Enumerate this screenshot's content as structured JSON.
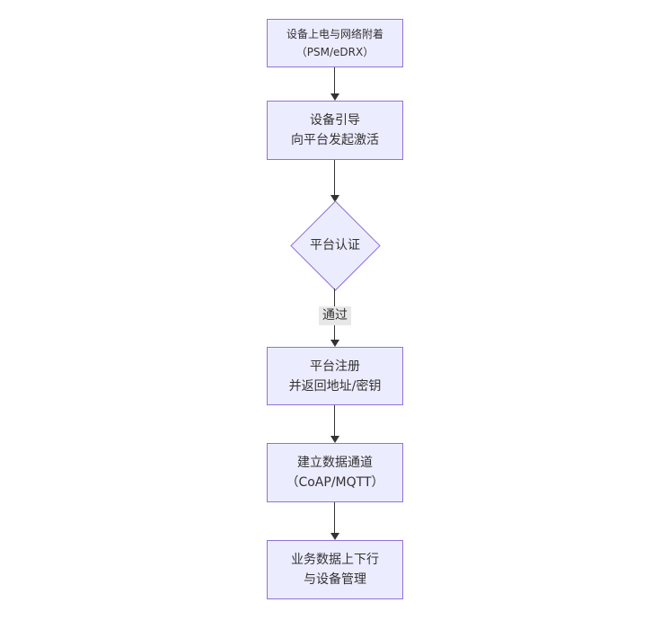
{
  "flowchart": {
    "type": "flowchart",
    "direction": "top-down",
    "nodes": [
      {
        "id": "power-attach",
        "type": "process",
        "lines": [
          "设备上电与网络附着",
          "（PSM/eDRX）"
        ]
      },
      {
        "id": "bootstrap",
        "type": "process",
        "lines": [
          "设备引导",
          "向平台发起激活"
        ]
      },
      {
        "id": "platform-auth",
        "type": "decision",
        "lines": [
          "平台认证"
        ]
      },
      {
        "id": "register",
        "type": "process",
        "lines": [
          "平台注册",
          "并返回地址/密钥"
        ]
      },
      {
        "id": "data-channel",
        "type": "process",
        "lines": [
          "建立数据通道",
          "（CoAP/MQTT）"
        ]
      },
      {
        "id": "business",
        "type": "process",
        "lines": [
          "业务数据上下行",
          "与设备管理"
        ]
      }
    ],
    "edges": [
      {
        "from": "power-attach",
        "to": "bootstrap",
        "label": ""
      },
      {
        "from": "bootstrap",
        "to": "platform-auth",
        "label": ""
      },
      {
        "from": "platform-auth",
        "to": "register",
        "label": "通过"
      },
      {
        "from": "register",
        "to": "data-channel",
        "label": ""
      },
      {
        "from": "data-channel",
        "to": "business",
        "label": ""
      }
    ],
    "colors": {
      "node_fill": "#ECECFF",
      "node_border": "#9370DB",
      "arrow": "#333333",
      "edge_label_bg": "#e8e8e8",
      "text": "#333333",
      "background": "#ffffff"
    }
  }
}
